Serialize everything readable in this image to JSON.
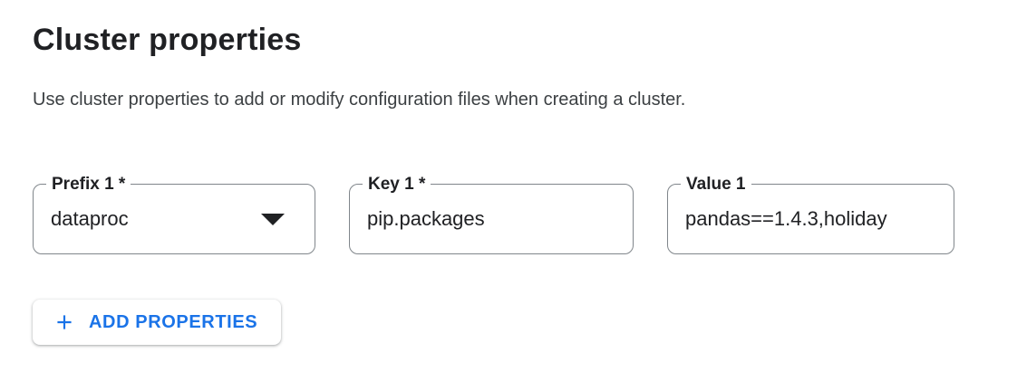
{
  "header": {
    "title": "Cluster properties",
    "description": "Use cluster properties to add or modify configuration files when creating a cluster."
  },
  "property_row": {
    "prefix": {
      "label": "Prefix 1 *",
      "value": "dataproc",
      "control": "dropdown"
    },
    "key": {
      "label": "Key 1 *",
      "value": "pip.packages",
      "control": "text-input"
    },
    "value": {
      "label": "Value 1",
      "value": "pandas==1.4.3,holiday",
      "control": "text-input"
    }
  },
  "actions": {
    "add_properties": {
      "label": "ADD PROPERTIES",
      "icon": "plus"
    }
  },
  "colors": {
    "accent_blue": "#1a73e8",
    "field_border_gray": "#80868b",
    "text_primary": "#202124",
    "text_secondary": "#3c4043",
    "background": "#ffffff"
  }
}
